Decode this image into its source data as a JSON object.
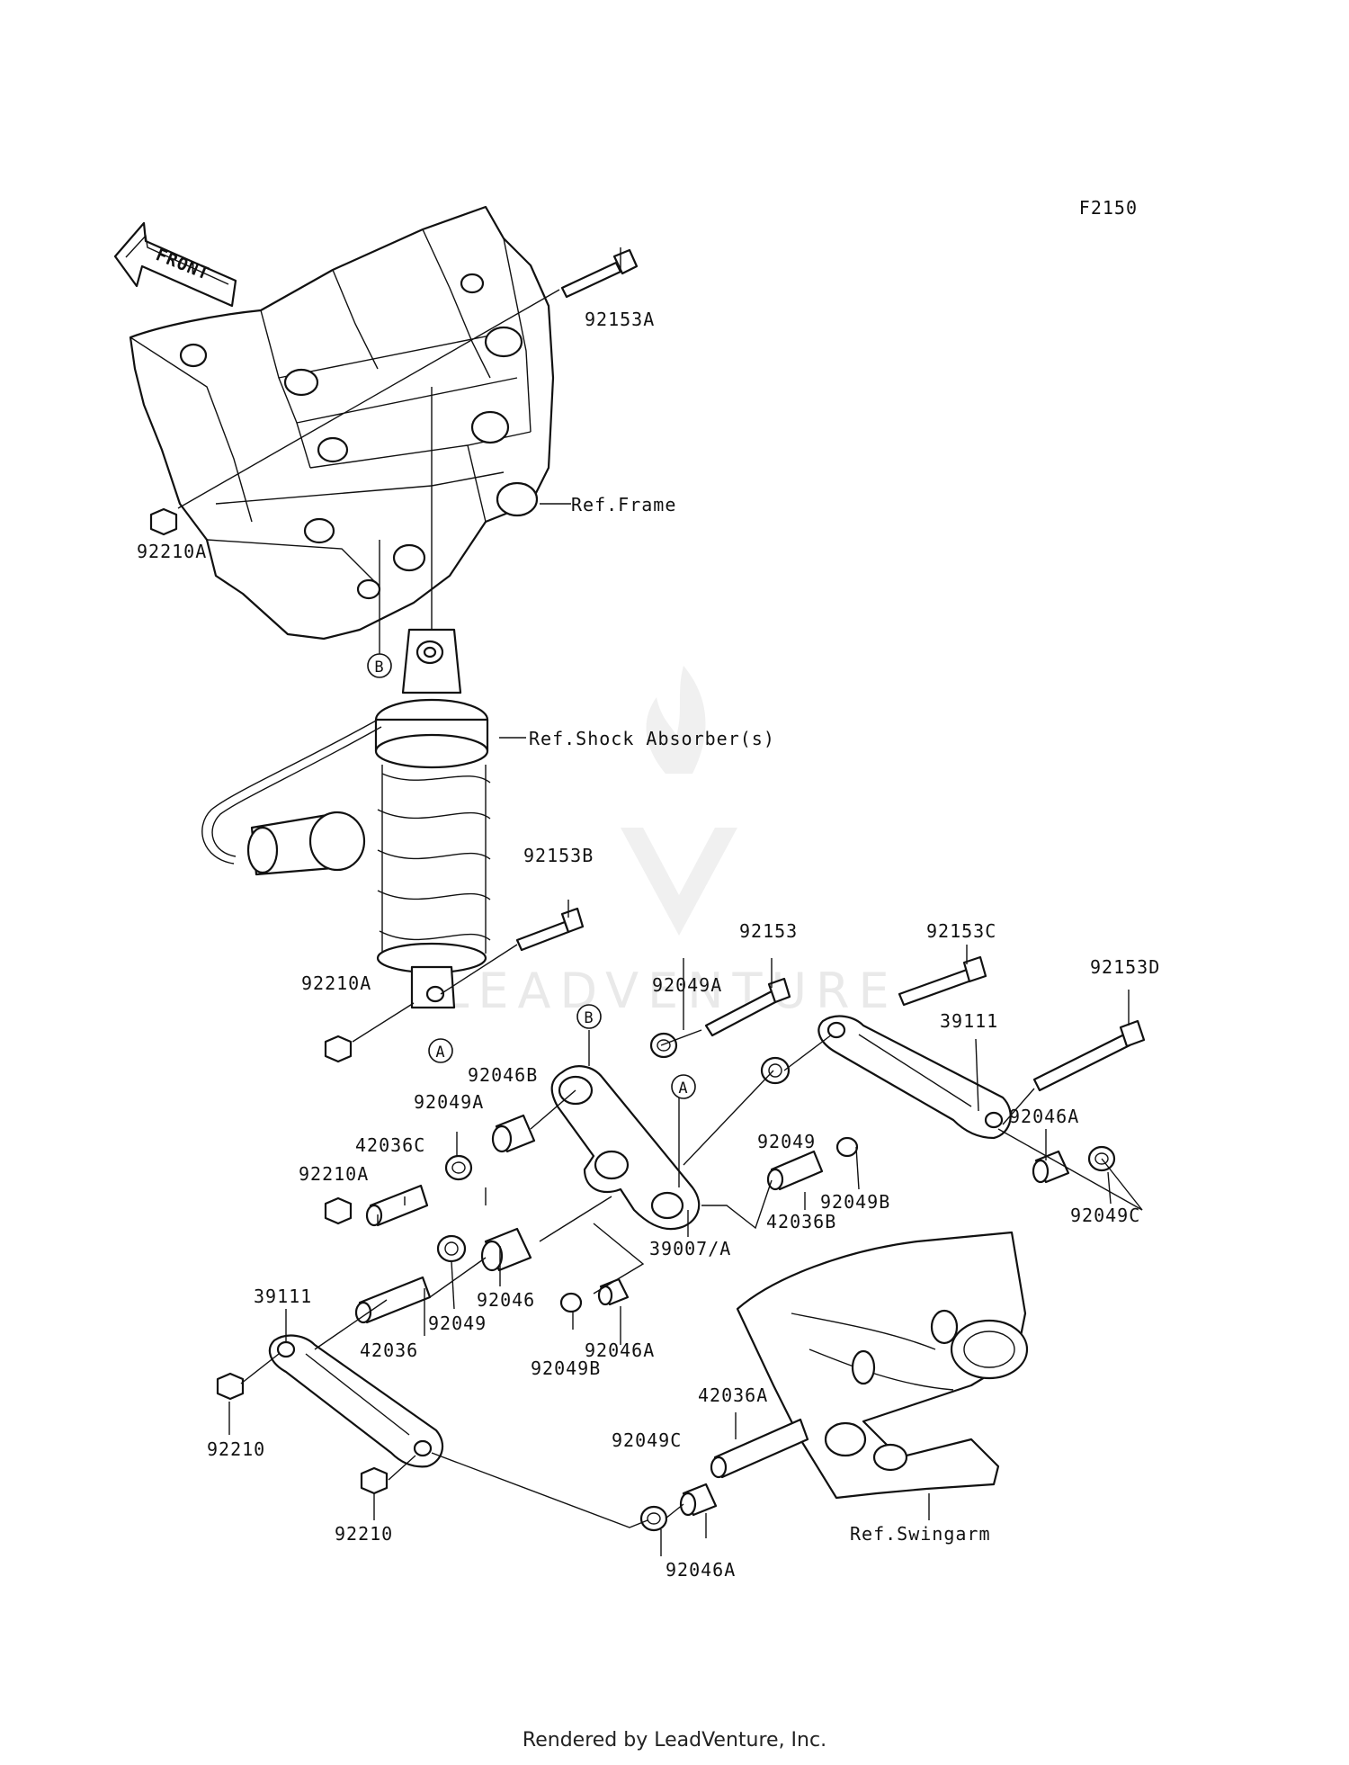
{
  "diagram_code": "F2150",
  "front_label": "FRONT",
  "footer": "Rendered by LeadVenture, Inc.",
  "watermark": "LEADVENTURE",
  "refs": {
    "frame": "Ref.Frame",
    "shock": "Ref.Shock Absorber(s)",
    "swingarm": "Ref.Swingarm"
  },
  "callouts": {
    "a1": "A",
    "a2": "A",
    "b1": "B",
    "b2": "B"
  },
  "parts": {
    "p92153A": "92153A",
    "p92210A_top": "92210A",
    "p92153B": "92153B",
    "p92153": "92153",
    "p92153C": "92153C",
    "p92153D": "92153D",
    "p92210A_mid": "92210A",
    "p92049A_upper": "92049A",
    "p39111_right": "39111",
    "p92046B": "92046B",
    "p92049A_lower": "92049A",
    "p42036C": "42036C",
    "p92210A_low": "92210A",
    "p92049_right": "92049",
    "p92049B_right": "92049B",
    "p42036B": "42036B",
    "p39007A": "39007/A",
    "p92046A_right": "92046A",
    "p92049C_right": "92049C",
    "p39111_left": "39111",
    "p42036": "42036",
    "p92049_mid": "92049",
    "p92046": "92046",
    "p92049B_low": "92049B",
    "p92046A_low": "92046A",
    "p92210_a": "92210",
    "p92210_b": "92210",
    "p42036A": "42036A",
    "p92049C_low": "92049C",
    "p92046A_bottom": "92046A"
  }
}
